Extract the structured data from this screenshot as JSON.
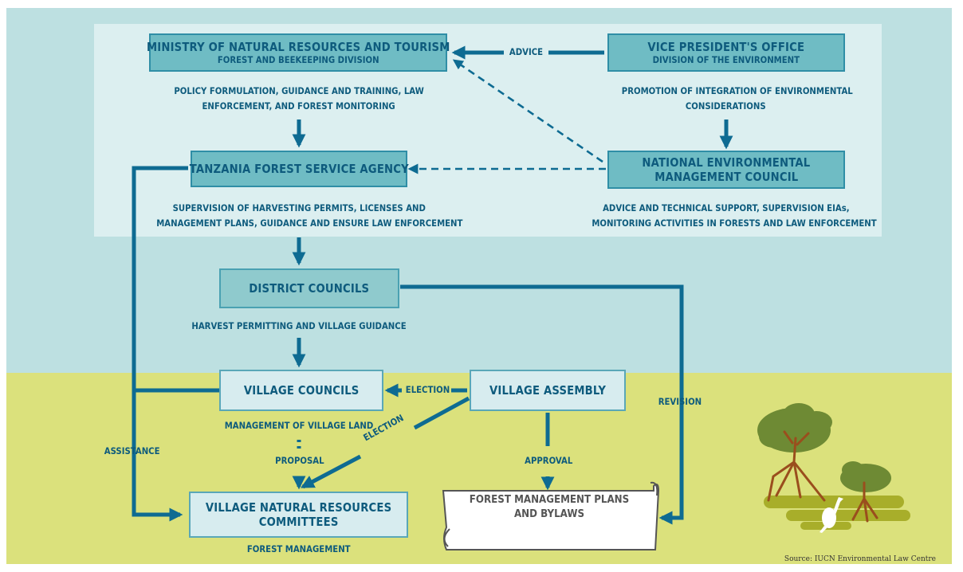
{
  "nodes": {
    "ministry": {
      "title": "MINISTRY OF NATURAL RESOURCES AND TOURISM",
      "subtitle": "FOREST AND BEEKEEPING DIVISION",
      "description": [
        "POLICY FORMULATION, GUIDANCE AND TRAINING, LAW",
        "ENFORCEMENT, AND FOREST MONITORING"
      ]
    },
    "vice_president": {
      "title": "VICE PRESIDENT'S OFFICE",
      "subtitle": "DIVISION OF THE ENVIRONMENT",
      "description": [
        "PROMOTION OF INTEGRATION OF ENVIRONMENTAL",
        "CONSIDERATIONS"
      ]
    },
    "tfs": {
      "title": "TANZANIA FOREST SERVICE AGENCY",
      "description": [
        "SUPERVISION OF HARVESTING PERMITS, LICENSES AND",
        "MANAGEMENT PLANS, GUIDANCE AND ENSURE LAW ENFORCEMENT"
      ]
    },
    "nemc": {
      "title_lines": [
        "NATIONAL ENVIRONMENTAL",
        "MANAGEMENT COUNCIL"
      ],
      "description": [
        "ADVICE AND TECHNICAL SUPPORT, SUPERVISION EIAs,",
        "MONITORING ACTIVITIES IN FORESTS AND LAW ENFORCEMENT"
      ]
    },
    "district": {
      "title": "DISTRICT COUNCILS",
      "description": "HARVEST PERMITTING AND VILLAGE GUIDANCE"
    },
    "village_councils": {
      "title": "VILLAGE COUNCILS",
      "description": "MANAGEMENT OF VILLAGE LAND"
    },
    "village_assembly": {
      "title": "VILLAGE ASSEMBLY"
    },
    "vnrc": {
      "title_lines": [
        "VILLAGE NATURAL RESOURCES",
        "COMMITTEES"
      ],
      "description": "FOREST MANAGEMENT"
    },
    "plans": {
      "title_lines": [
        "FOREST MANAGEMENT PLANS",
        "AND BYLAWS"
      ]
    }
  },
  "edge_labels": {
    "advice": "ADVICE",
    "election_1": "ELECTION",
    "election_2": "ELECTION",
    "revision": "REVISION",
    "assistance": "ASSISTANCE",
    "proposal": "PROPOSAL",
    "approval": "APPROVAL"
  },
  "source": "Source: IUCN Environmental Law Centre",
  "colors": {
    "sky": "#bde0e1",
    "ground": "#dbe17c",
    "band": "#dceff0",
    "arrow": "#0e6b92",
    "text": "#0e5b7d",
    "box_dark": "#6fbcc4",
    "box_mid": "#8fcacd",
    "box_light": "#d7ecef"
  }
}
